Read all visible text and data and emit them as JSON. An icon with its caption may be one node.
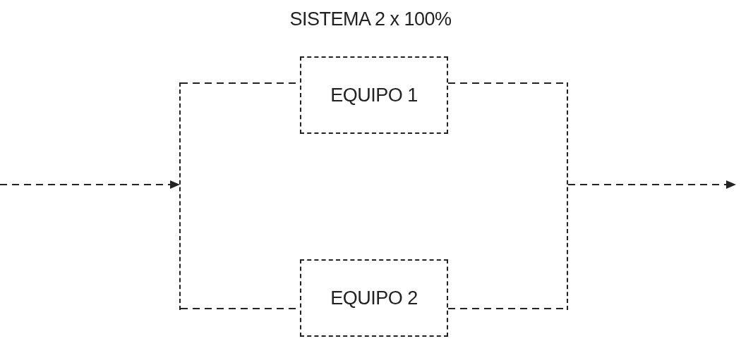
{
  "diagram": {
    "title": "SISTEMA 2 x 100%",
    "nodes": [
      {
        "text": [],
        "shape": "bar"
      },
      {
        "text": [
          "EQUIPO 1"
        ]
      },
      {
        "text": [
          "EQUIPO 2"
        ]
      },
      {
        "text": [],
        "shape": "bar"
      }
    ],
    "edges": [
      {
        "from": null,
        "to": 0,
        "arrow": "to",
        "style": "dashed"
      },
      {
        "from": 0,
        "to": 1,
        "arrow": "none",
        "style": "dashed"
      },
      {
        "from": 0,
        "to": 2,
        "arrow": "none",
        "style": "dashed"
      },
      {
        "from": 1,
        "to": 3,
        "arrow": "none",
        "style": "dashed"
      },
      {
        "from": 2,
        "to": 3,
        "arrow": "none",
        "style": "dashed"
      },
      {
        "from": 3,
        "to": null,
        "arrow": "to",
        "style": "dashed"
      }
    ]
  }
}
